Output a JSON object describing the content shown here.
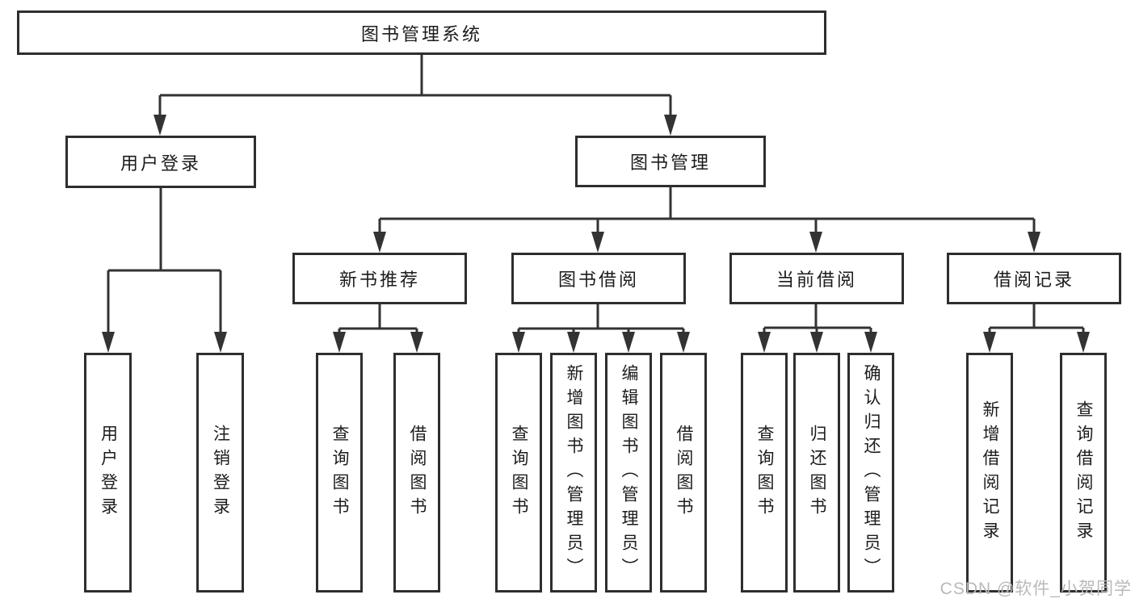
{
  "diagram": {
    "root": {
      "label": "图书管理系统"
    },
    "level1": {
      "user_login": {
        "label": "用户登录"
      },
      "book_mgmt": {
        "label": "图书管理"
      }
    },
    "level2": {
      "new_books": {
        "label": "新书推荐"
      },
      "book_borrow": {
        "label": "图书借阅"
      },
      "current_borrow": {
        "label": "当前借阅"
      },
      "borrow_records": {
        "label": "借阅记录"
      }
    },
    "leaves": {
      "user_login_children": [
        {
          "label": "用户登录"
        },
        {
          "label": "注销登录"
        }
      ],
      "new_books_children": [
        {
          "label": "查询图书"
        },
        {
          "label": "借阅图书"
        }
      ],
      "book_borrow_children": [
        {
          "label": "查询图书"
        },
        {
          "label": "新增图书（管理员）"
        },
        {
          "label": "编辑图书（管理员）"
        },
        {
          "label": "借阅图书"
        }
      ],
      "current_borrow_children": [
        {
          "label": "查询图书"
        },
        {
          "label": "归还图书"
        },
        {
          "label": "确认归还（管理员）"
        }
      ],
      "borrow_records_children": [
        {
          "label": "新增借阅记录"
        },
        {
          "label": "查询借阅记录"
        }
      ]
    },
    "watermark": {
      "text": "CSDN @软件_小贺同学",
      "color": "#b9b9b9"
    },
    "colors": {
      "line": "#333333",
      "box_border": "#2e2e2e",
      "box_fill": "#ffffff",
      "text": "#1c1c1c",
      "background": "#ffffff"
    }
  }
}
